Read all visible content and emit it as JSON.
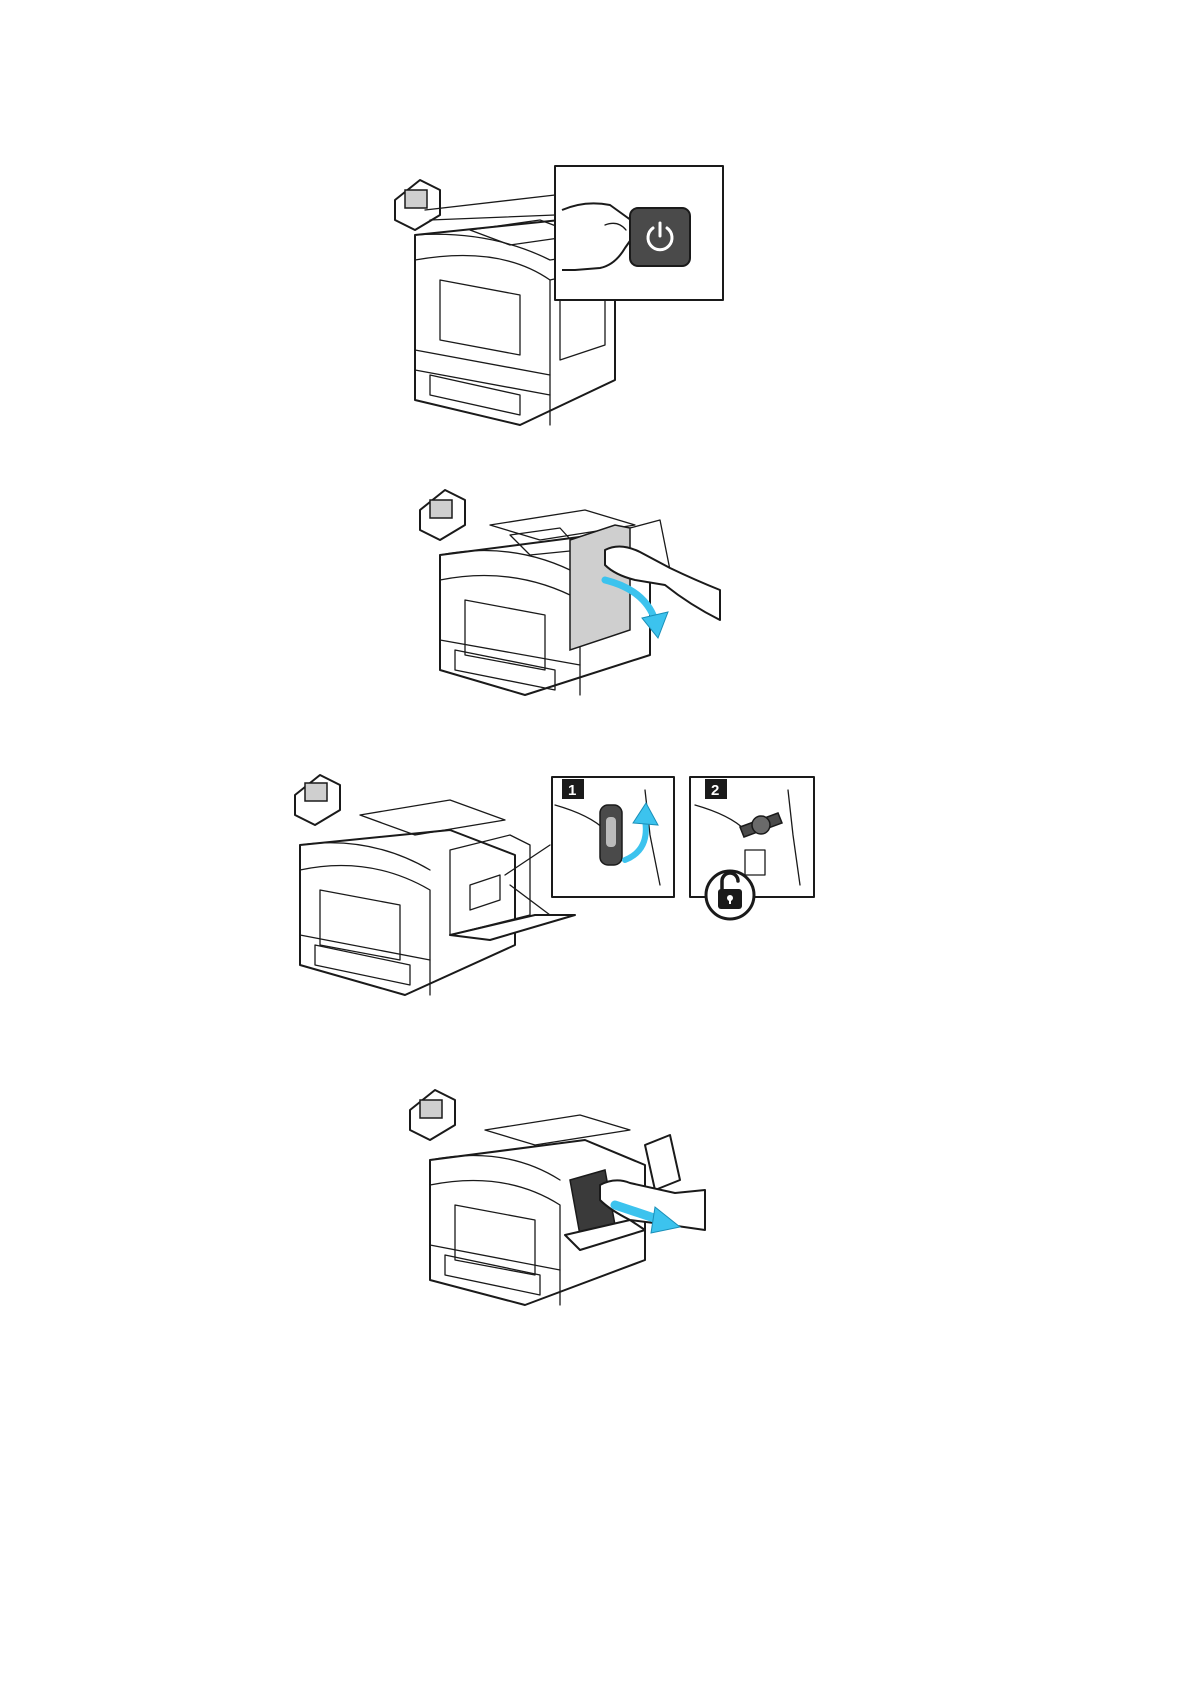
{
  "figures": [
    {
      "id": "power-off",
      "icon": "power-icon"
    },
    {
      "id": "open-right-door",
      "arrow": "cyan-arrow-down"
    },
    {
      "id": "unlock-waste-cartridge",
      "steps": [
        {
          "number": "1"
        },
        {
          "number": "2",
          "icon": "unlock-icon"
        }
      ]
    },
    {
      "id": "remove-waste-cartridge",
      "arrow": "cyan-arrow-right"
    }
  ],
  "colors": {
    "line": "#1a1a1a",
    "accent_arrow": "#3cc3ee",
    "panel_grey": "#cfcfcf",
    "button_dark": "#4a4a4a"
  }
}
